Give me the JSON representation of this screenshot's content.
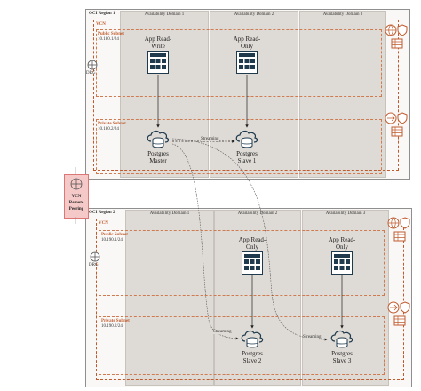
{
  "regions": [
    {
      "title": "OCI Region 1",
      "vcn_label": "VCN",
      "public_subnet": {
        "label": "Public Subnet",
        "cidr": "10.180.1/24"
      },
      "private_subnet": {
        "label": "Private Subnet",
        "cidr": "10.180.2/24"
      },
      "drg_label": "DRG",
      "availability_domains": [
        "Availability Domain 1",
        "Availability Domain 2",
        "Availability Domain 3"
      ]
    },
    {
      "title": "OCI Region 2",
      "vcn_label": "VCN",
      "public_subnet": {
        "label": "Public Subnet",
        "cidr": "10.190.1/24"
      },
      "private_subnet": {
        "label": "Private Subnet",
        "cidr": "10.190.2/24"
      },
      "drg_label": "DRG",
      "availability_domains": [
        "Availability Domain 1",
        "Availability Domain 2",
        "Availability Domain 3"
      ]
    }
  ],
  "apps": {
    "rw": {
      "line1": "App Read-",
      "line2": "Write"
    },
    "ro1": {
      "line1": "App Read-",
      "line2": "Only"
    },
    "ro2": {
      "line1": "App Read-",
      "line2": "Only"
    },
    "ro3": {
      "line1": "App Read-",
      "line2": "Only"
    }
  },
  "databases": {
    "master": {
      "line1": "Postgres",
      "line2": "Master"
    },
    "slave1": {
      "line1": "Postgres",
      "line2": "Slave 1"
    },
    "slave2": {
      "line1": "Postgres",
      "line2": "Slave 2"
    },
    "slave3": {
      "line1": "Postgres",
      "line2": "Slave 3"
    }
  },
  "links": {
    "streaming": "Streaming"
  },
  "remote_peering": {
    "line1": "VCN",
    "line2": "Remote",
    "line3": "Peering"
  },
  "colors": {
    "accent": "#c05a2d",
    "ad_fill": "#dedad5",
    "peering_fill": "#f6c9c9"
  }
}
